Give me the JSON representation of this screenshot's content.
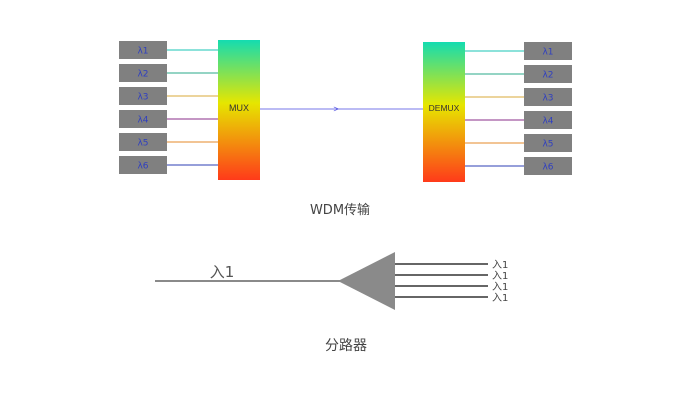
{
  "wdm": {
    "inputs": [
      "λ1",
      "λ2",
      "λ3",
      "λ4",
      "λ5",
      "λ6"
    ],
    "outputs": [
      "λ1",
      "λ2",
      "λ3",
      "λ4",
      "λ5",
      "λ6"
    ],
    "mux_label": "MUX",
    "demux_label": "DEMUX",
    "arrow_glyph": ">",
    "caption": "WDM传输",
    "channel_colors": [
      "#19c5b4",
      "#2aa889",
      "#d8a93a",
      "#8a2c8a",
      "#e58a2a",
      "#2e3fb5"
    ],
    "box_color": "#808080",
    "label_color": "#2f3fc0",
    "trunk_color": "#4a4ae0"
  },
  "splitter": {
    "input_label": "入1",
    "outputs": [
      "入1",
      "入1",
      "入1",
      "入1"
    ],
    "caption": "分路器",
    "color": "#8a8a8a"
  }
}
